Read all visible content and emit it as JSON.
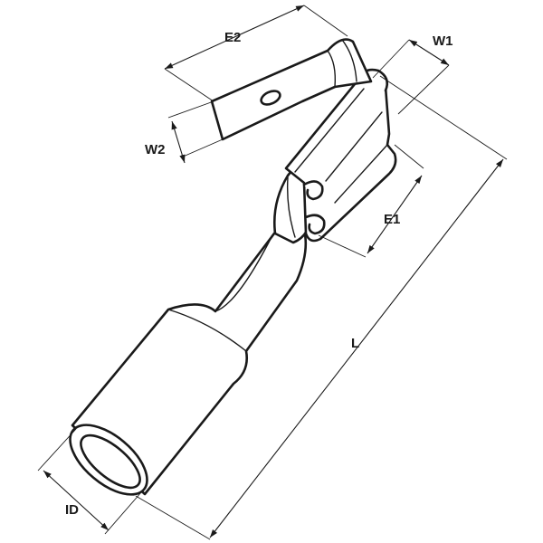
{
  "diagram": {
    "subject": "insulated-flag-receptacle-terminal",
    "line_color": "#1a1a1a",
    "background_color": "#ffffff",
    "dimensions": [
      {
        "id": "E2",
        "label": "E2"
      },
      {
        "id": "W1",
        "label": "W1"
      },
      {
        "id": "W2",
        "label": "W2"
      },
      {
        "id": "E1",
        "label": "E1"
      },
      {
        "id": "L",
        "label": "L"
      },
      {
        "id": "ID",
        "label": "ID"
      }
    ]
  }
}
